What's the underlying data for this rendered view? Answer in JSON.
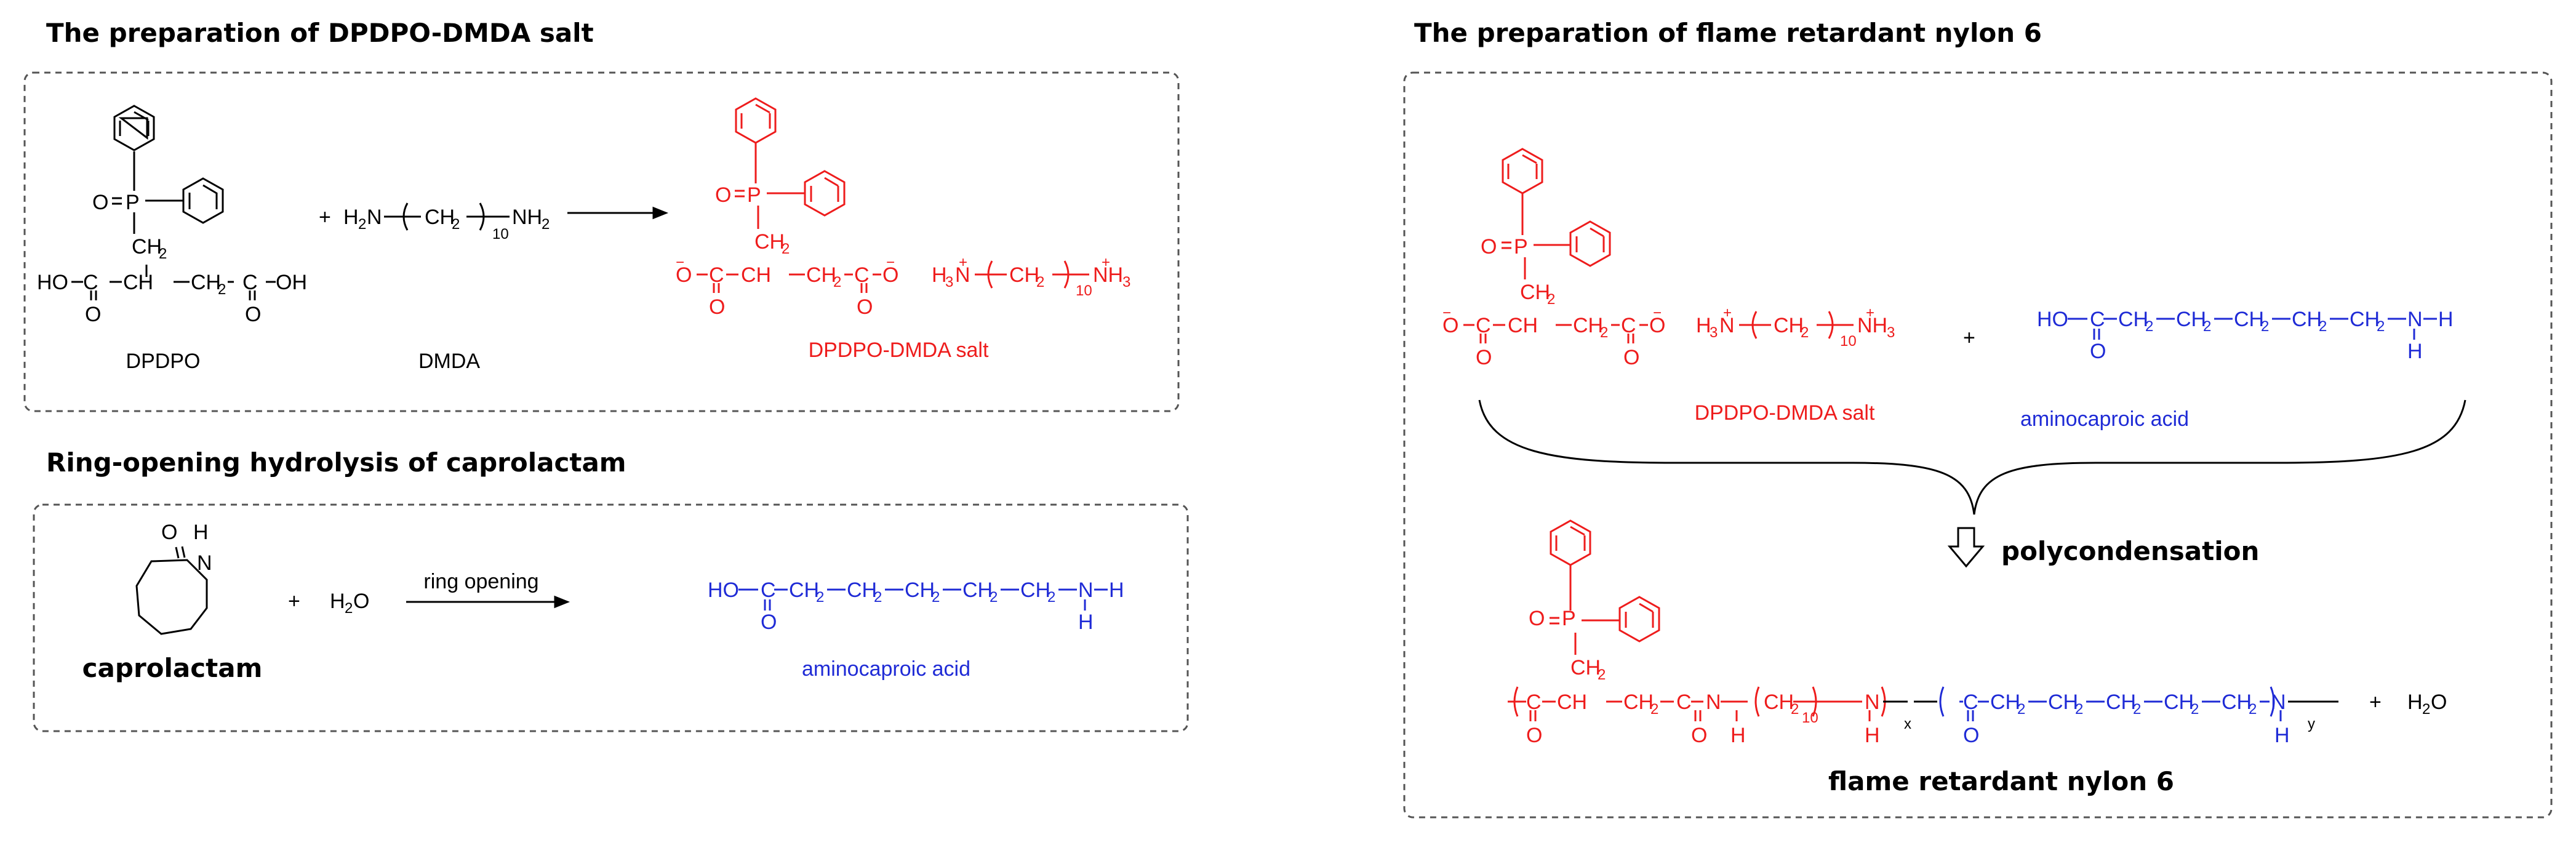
{
  "sections": {
    "salt_prep_title": "The preparation of DPDPO-DMDA salt",
    "ring_opening_title": "Ring-opening hydrolysis of caprolactam",
    "nylon_prep_title": "The preparation of flame retardant nylon 6"
  },
  "labels": {
    "dpdpo": "DPDPO",
    "dmda": "DMDA",
    "salt": "DPDPO-DMDA salt",
    "caprolactam": "caprolactam",
    "aminocaproic": "aminocaproic acid",
    "ring_opening": "ring opening",
    "polycondensation": "polycondensation",
    "product": "flame retardant nylon 6",
    "water": "H2O",
    "plus": "+"
  },
  "colors": {
    "black": "#000000",
    "red": "#ee1c1c",
    "blue": "#1f2bd6",
    "border": "#555555"
  }
}
